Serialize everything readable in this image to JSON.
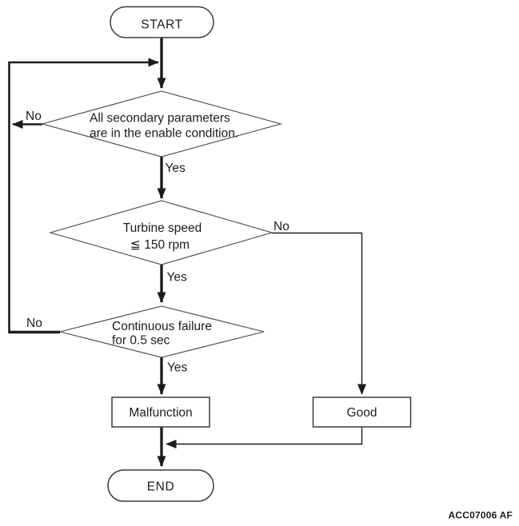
{
  "figure": {
    "code": "ACC07006 AF"
  },
  "flowchart": {
    "start": "START",
    "end": "END",
    "decision1": {
      "line1": "All secondary parameters",
      "line2": "are in the enable condition.",
      "no": "No",
      "yes": "Yes"
    },
    "decision2": {
      "line1": "Turbine speed",
      "line2": "≦ 150 rpm",
      "no": "No",
      "yes": "Yes"
    },
    "decision3": {
      "line1": "Continuous failure",
      "line2": "for 0.5 sec",
      "no": "No",
      "yes": "Yes"
    },
    "outcome_malfunction": "Malfunction",
    "outcome_good": "Good"
  },
  "colors": {
    "line": "#1c1c1c",
    "shape_border": "#3a3a3a",
    "text": "#1c1c1c",
    "background": "#ffffff"
  }
}
